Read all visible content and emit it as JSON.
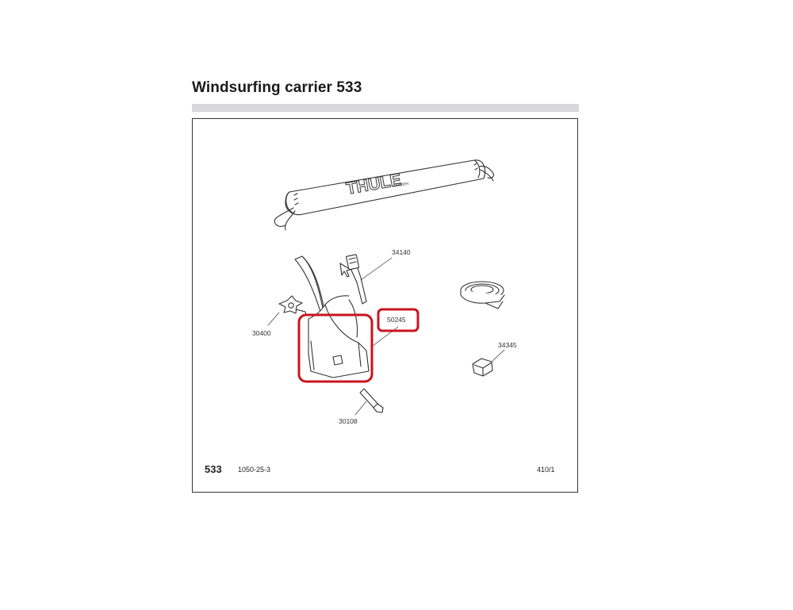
{
  "header": {
    "title": "Windsurfing carrier 533"
  },
  "diagram": {
    "pad_logo": "THULE",
    "pad_logo_sub": "SWEDEN",
    "parts": {
      "p34140": "34140",
      "p50245": "50245",
      "p30400": "30400",
      "p34345": "34345",
      "p30108": "30108"
    },
    "highlight_color": "#c8141e"
  },
  "footer": {
    "model": "533",
    "code": "1050-25-3",
    "page": "410/1"
  }
}
